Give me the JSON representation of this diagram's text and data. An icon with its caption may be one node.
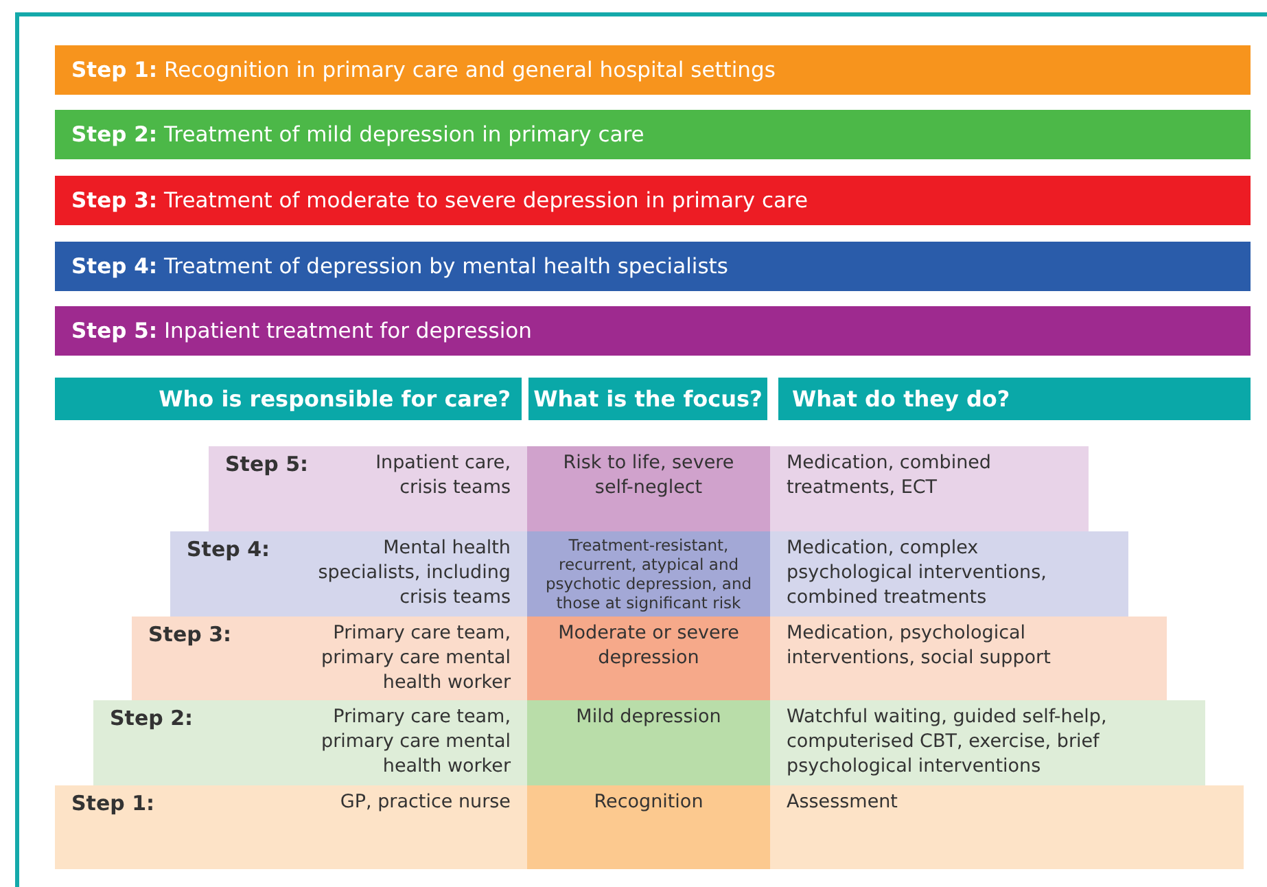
{
  "diagram": {
    "nodes": [
      {
        "text": [
          "**Step 1:** Recognition in primary care and general hospital settings"
        ]
      },
      {
        "text": [
          "**Step 2:** Treatment of mild depression in primary care"
        ]
      },
      {
        "text": [
          "**Step 3:** Treatment of moderate to severe depression in primary care"
        ]
      },
      {
        "text": [
          "**Step 4:** Treatment of depression by mental health specialists"
        ]
      },
      {
        "text": [
          "**Step 5:** Inpatient treatment for depression"
        ]
      },
      {
        "text": [
          "Who is responsible for care?"
        ]
      },
      {
        "text": [
          "What is the focus?"
        ]
      },
      {
        "text": [
          "What do they do?"
        ]
      },
      {
        "text": [
          "Step 5:",
          "Inpatient care, crisis teams",
          "Medication, combined treatments, ECT"
        ]
      },
      {
        "text": [
          "Risk to life, severe self-neglect"
        ],
        "in": 8
      },
      {
        "text": [
          "Step 4:",
          "Mental health specialists, including crisis teams",
          "Medication, complex psychological interventions, combined treatments"
        ]
      },
      {
        "text": [
          "Treatment-resistant, recurrent, atypical and psychotic depression, and those at significant risk"
        ],
        "in": 10
      },
      {
        "text": [
          "Step 3:",
          "Primary care team, primary care mental health worker",
          "Medication, psychological interventions, social support"
        ]
      },
      {
        "text": [
          "Moderate or severe depression"
        ],
        "in": 12
      },
      {
        "text": [
          "Step 2:",
          "Primary care team, primary care mental health worker",
          "Watchful waiting, guided self-help, computerised CBT, exercise, brief psychological interventions"
        ]
      },
      {
        "text": [
          "Mild depression"
        ],
        "in": 14
      },
      {
        "text": [
          "Step 1:",
          "GP, practice nurse",
          "Assessment"
        ]
      },
      {
        "text": [
          "Recognition"
        ],
        "in": 16
      }
    ]
  }
}
